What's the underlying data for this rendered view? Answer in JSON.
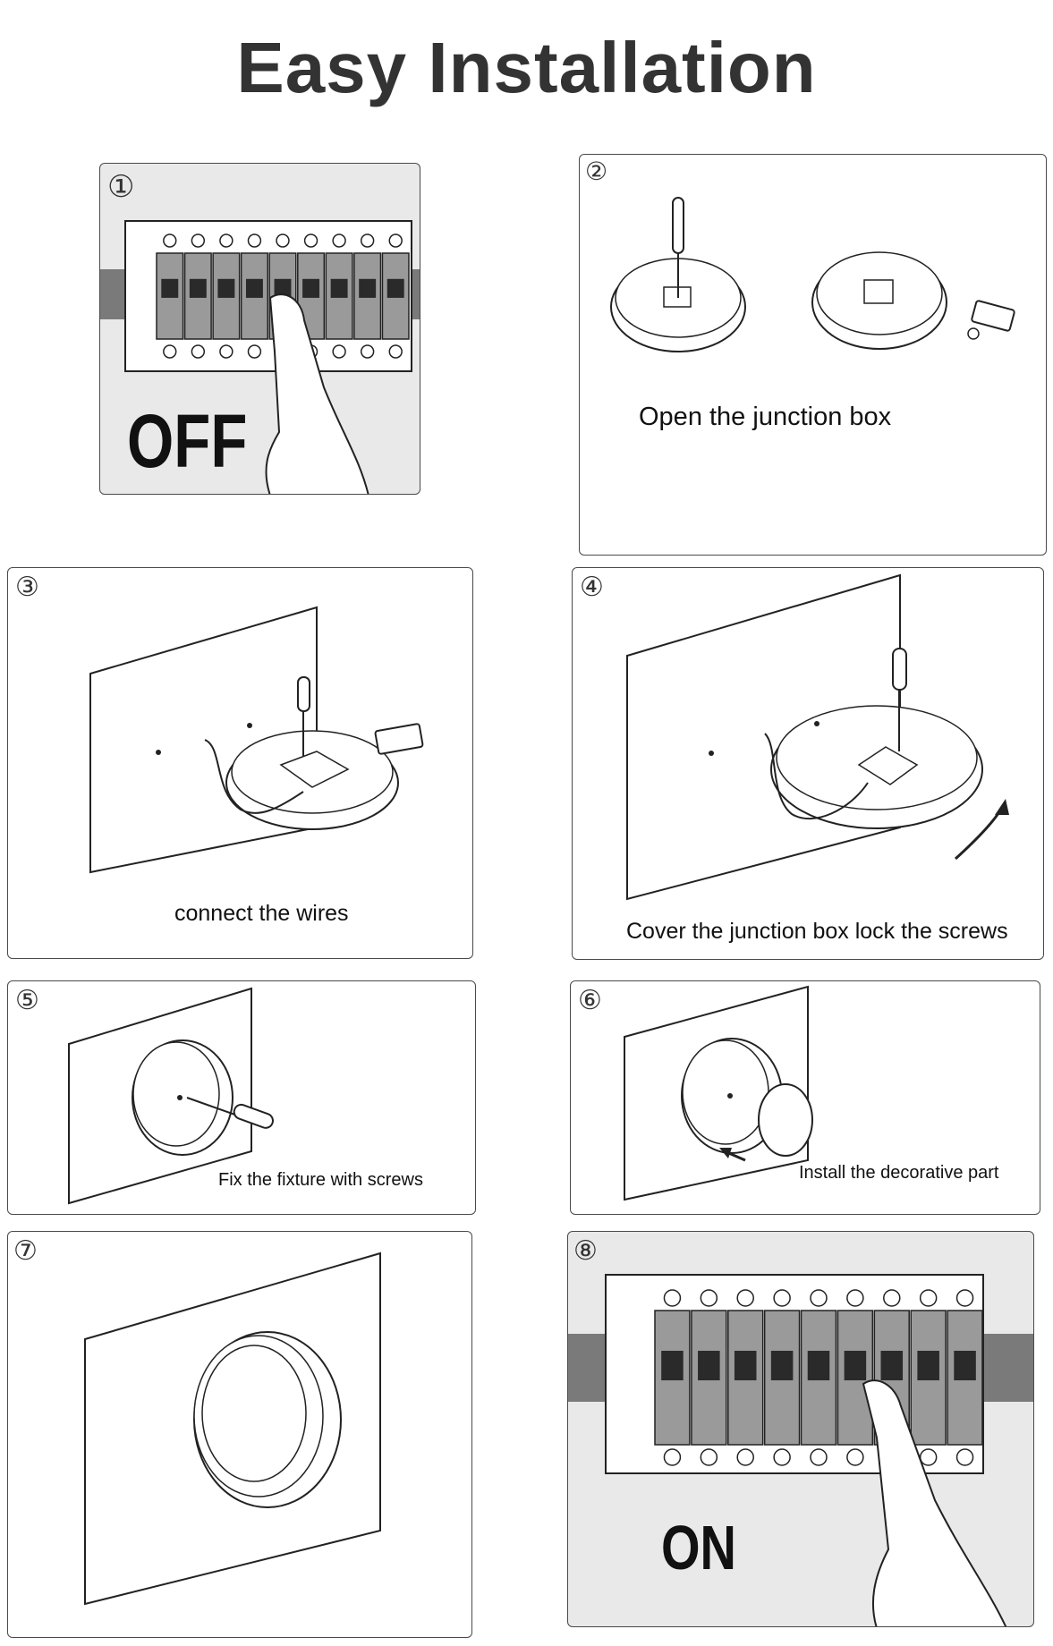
{
  "title": "Easy Installation",
  "steps": [
    {
      "number": "①",
      "label": "OFF"
    },
    {
      "number": "②",
      "caption": "Open the junction box"
    },
    {
      "number": "③",
      "caption": "connect the wires"
    },
    {
      "number": "④",
      "caption": "Cover the junction box lock the screws"
    },
    {
      "number": "⑤",
      "caption": "Fix the fixture with screws"
    },
    {
      "number": "⑥",
      "caption": "Install the decorative part"
    },
    {
      "number": "⑦"
    },
    {
      "number": "⑧",
      "label": "ON"
    }
  ]
}
